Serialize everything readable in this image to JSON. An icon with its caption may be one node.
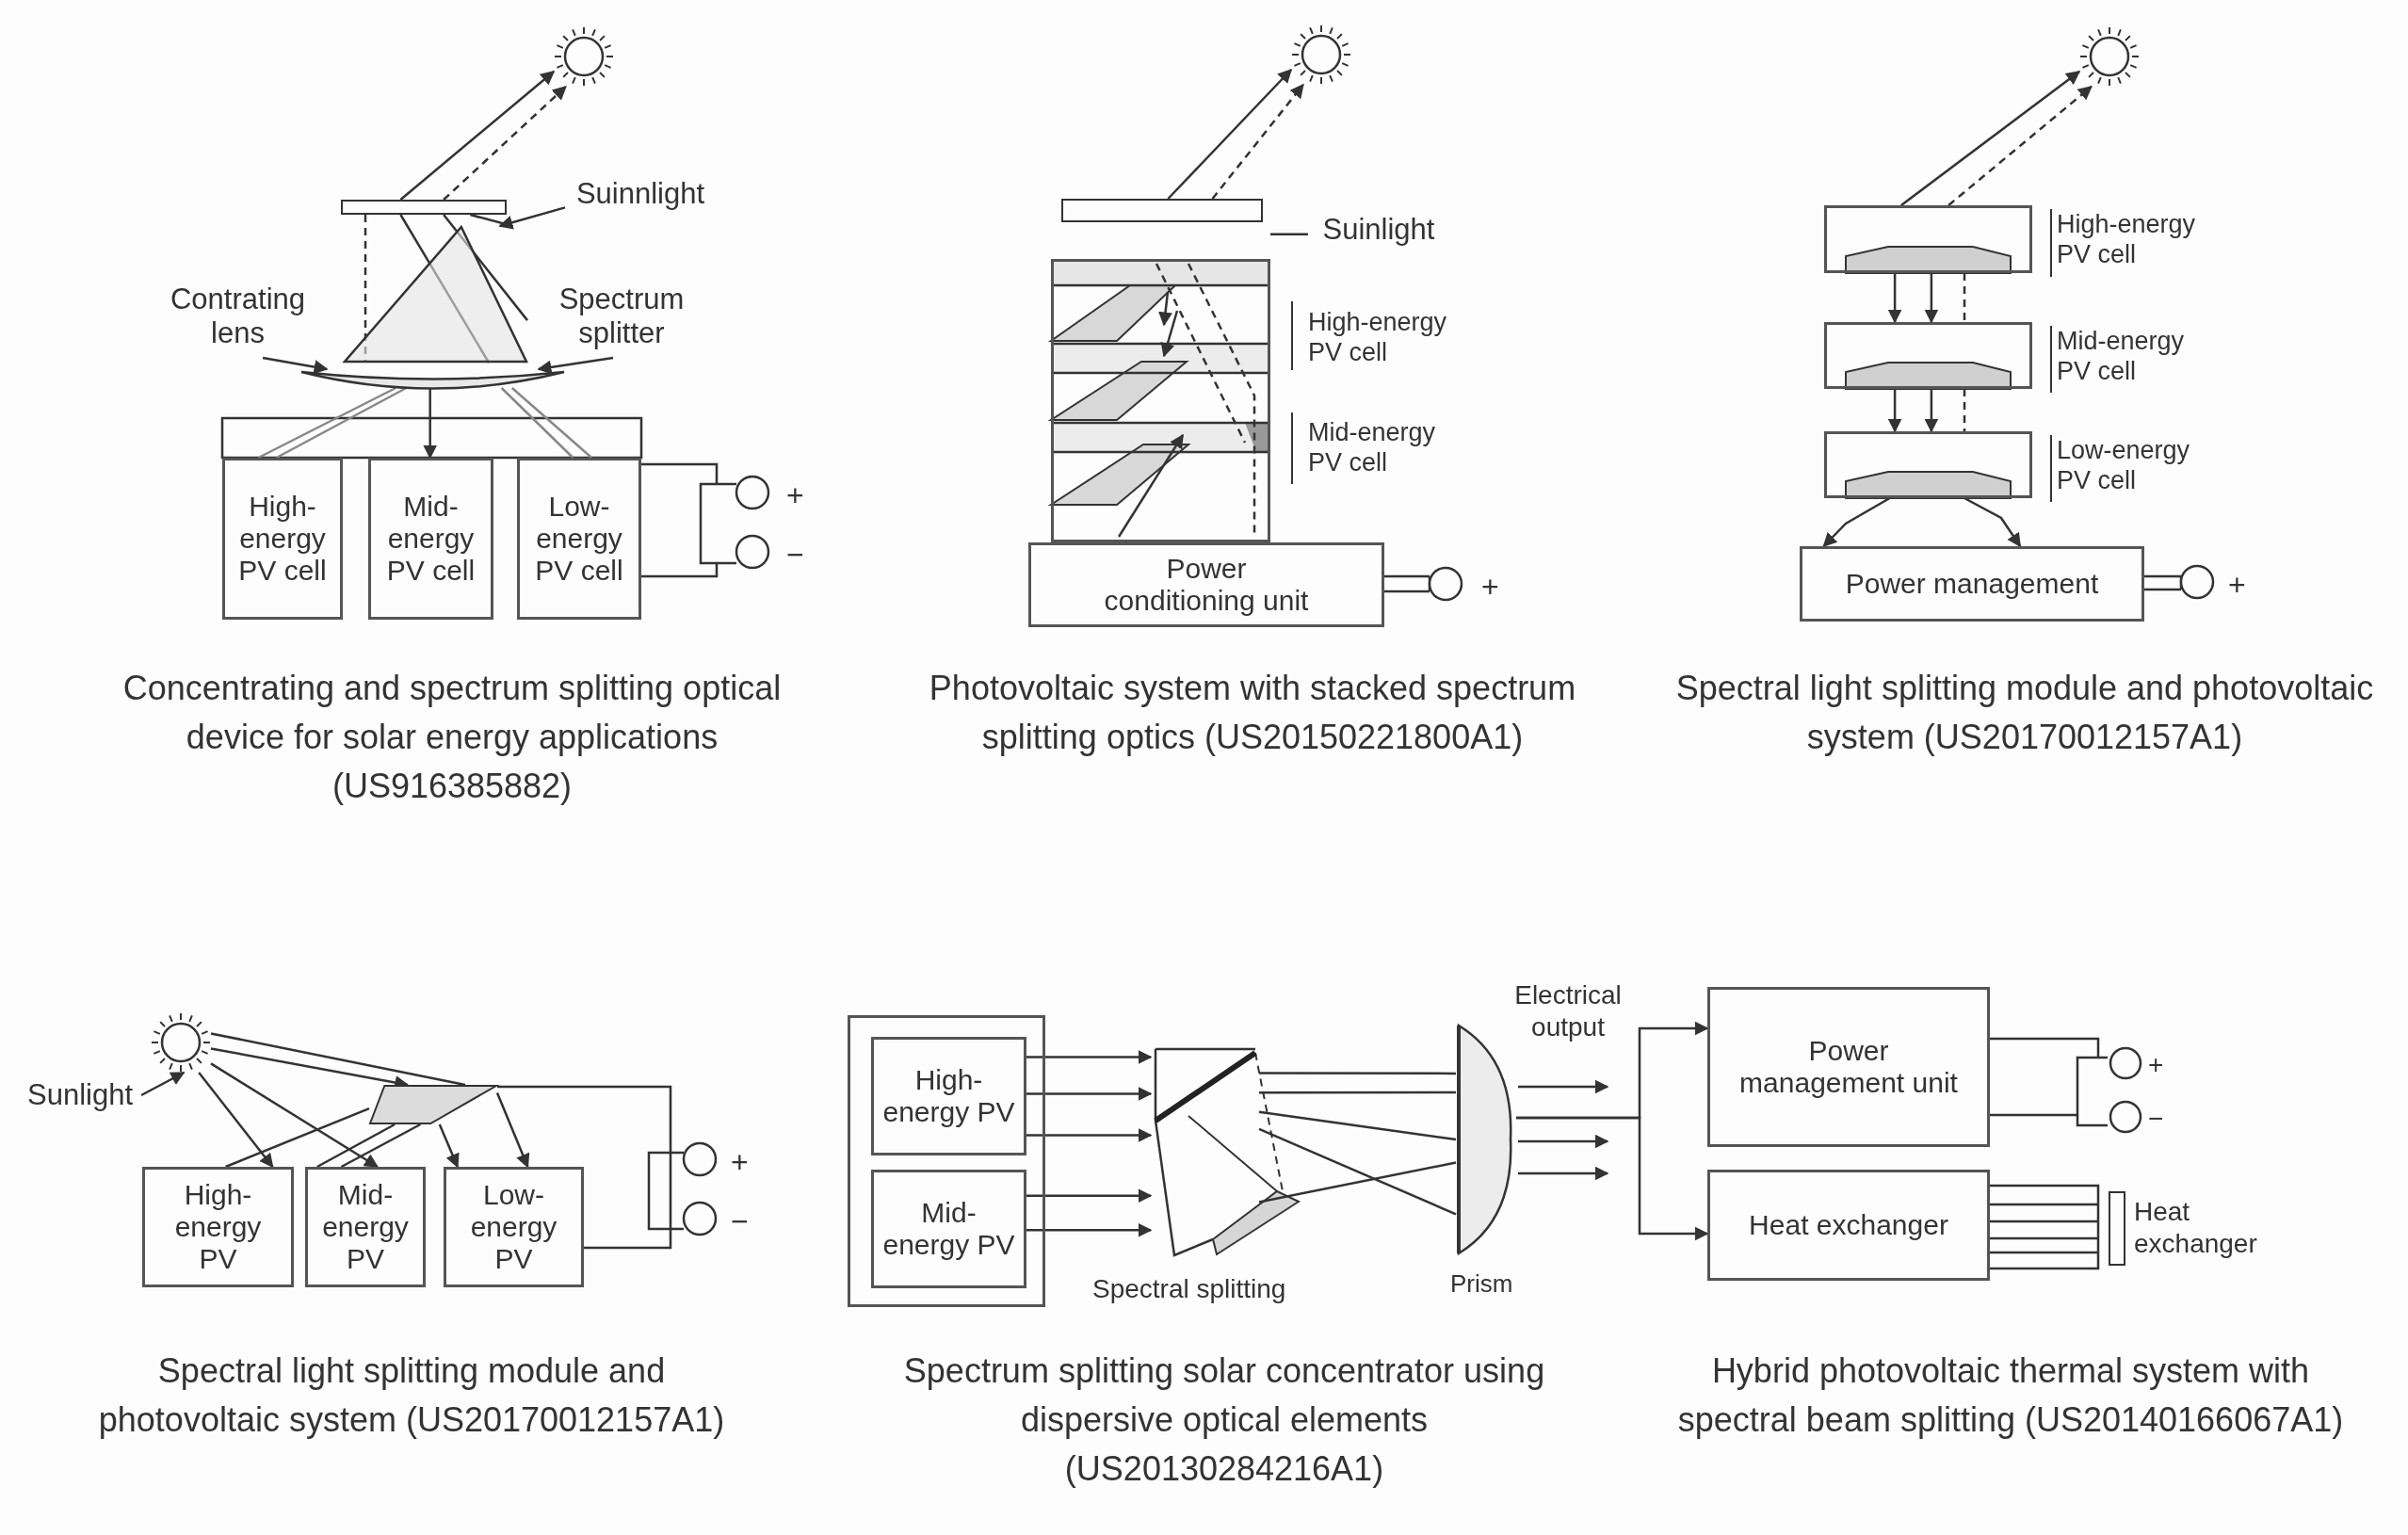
{
  "diagram": {
    "nodes": [
      {
        "text": [
          "High-energy PV cell"
        ]
      },
      {
        "text": [
          "Mid-energy PV cell"
        ]
      },
      {
        "text": [
          "Low-energy PV cell"
        ]
      },
      {
        "text": [
          "Suinnlight"
        ]
      },
      {
        "text": [
          "Contrating lens"
        ]
      },
      {
        "text": [
          "Spectrum splitter"
        ]
      },
      {
        "text": [
          "Power conditioning unit"
        ]
      },
      {
        "text": [
          "Suinlight"
        ]
      },
      {
        "text": [
          "Power management"
        ]
      },
      {
        "text": [
          "High-energy PV"
        ]
      },
      {
        "text": [
          "Mid-energy PV"
        ]
      },
      {
        "text": [
          "Low-energy PV"
        ]
      },
      {
        "text": [
          "Sunlight"
        ]
      },
      {
        "text": [],
        "shape": "box"
      },
      {
        "text": [
          "High-energy PV"
        ],
        "in": 13
      },
      {
        "text": [
          "Mid-energy PV"
        ],
        "in": 13
      },
      {
        "text": [
          "Prism"
        ]
      },
      {
        "text": [
          "Power management unit"
        ]
      },
      {
        "text": [
          "Heat exchanger"
        ]
      },
      {
        "text": [],
        "shape": "bar"
      },
      {
        "text": [],
        "shape": "sun"
      },
      {
        "text": [],
        "shape": "parallelogram"
      },
      {
        "text": [],
        "shape": "lens"
      },
      {
        "text": [],
        "shape": "mirror"
      },
      {
        "text": [],
        "shape": "box"
      },
      {
        "text": [],
        "shape": "triangle"
      },
      {
        "text": [],
        "shape": "sun"
      },
      {
        "text": [],
        "shape": "sun"
      },
      {
        "text": [],
        "shape": "sun"
      },
      {
        "text": [],
        "shape": "bar"
      },
      {
        "text": [
          "High-energy PV cell"
        ]
      },
      {
        "text": [
          "Mid-energy PV cell"
        ]
      },
      {
        "text": [
          "Low-energy PV cell"
        ]
      }
    ],
    "edges": [
      {
        "from": 3,
        "to": 25,
        "arrow": "to"
      },
      {
        "from": 4,
        "to": 22,
        "arrow": "to"
      },
      {
        "from": 5,
        "to": 22,
        "arrow": "to"
      },
      {
        "from": 7,
        "to": 24,
        "arrow": "none"
      },
      {
        "from": 12,
        "to": 28,
        "arrow": "to"
      },
      {
        "from": 28,
        "to": 9,
        "arrow": "to"
      },
      {
        "from": 28,
        "to": 10,
        "arrow": "to"
      },
      {
        "from": 28,
        "to": 21,
        "arrow": "to"
      },
      {
        "from": 28,
        "to": 21,
        "arrow": "none"
      },
      {
        "from": 21,
        "to": 11,
        "arrow": "to"
      },
      {
        "from": 21,
        "to": 11,
        "arrow": "to"
      },
      {
        "from": 9,
        "to": 21,
        "arrow": "none"
      },
      {
        "from": 10,
        "to": 21,
        "arrow": "none"
      },
      {
        "from": 10,
        "to": 21,
        "arrow": "none"
      },
      {
        "from": 21,
        "to": 11,
        "arrow": "none"
      },
      {
        "from": 22,
        "to": 1,
        "arrow": "to"
      },
      {
        "from": 29,
        "to": 26,
        "arrow": "to"
      },
      {
        "from": 29,
        "to": 26,
        "arrow": "to",
        "style": "dashed"
      },
      {
        "from": 14,
        "to": 23,
        "arrow": "to"
      },
      {
        "from": 14,
        "to": 23,
        "arrow": "to"
      },
      {
        "from": 14,
        "to": 23,
        "arrow": "to"
      },
      {
        "from": 15,
        "to": 23,
        "arrow": "to"
      },
      {
        "from": 15,
        "to": 23,
        "arrow": "to"
      },
      {
        "from": 23,
        "to": 16,
        "arrow": "none"
      },
      {
        "from": 23,
        "to": 16,
        "arrow": "none"
      },
      {
        "from": 23,
        "to": 16,
        "arrow": "none"
      },
      {
        "from": 23,
        "to": 16,
        "arrow": "none"
      },
      {
        "from": 23,
        "to": 16,
        "arrow": "none"
      },
      {
        "from": 16,
        "to": 17,
        "arrow": "to"
      },
      {
        "from": 16,
        "to": 18,
        "arrow": "to"
      },
      {
        "from": 19,
        "to": 20,
        "arrow": "to"
      },
      {
        "from": 19,
        "to": 20,
        "arrow": "to",
        "style": "dashed"
      },
      {
        "from": 30,
        "to": 27,
        "arrow": "to"
      },
      {
        "from": 30,
        "to": 27,
        "arrow": "to",
        "style": "dashed"
      },
      {
        "from": 22,
        "to": 0,
        "arrow": "none",
        "color": "#888888"
      },
      {
        "from": 22,
        "to": 0,
        "arrow": "none",
        "color": "#888888"
      },
      {
        "from": 22,
        "to": 2,
        "arrow": "none",
        "color": "#888888"
      },
      {
        "from": 22,
        "to": 2,
        "arrow": "none",
        "color": "#888888"
      },
      {
        "from": 30,
        "to": 31,
        "arrow": "to"
      },
      {
        "from": 30,
        "to": 31,
        "arrow": "to"
      },
      {
        "from": 31,
        "to": 32,
        "arrow": "to"
      },
      {
        "from": 31,
        "to": 32,
        "arrow": "to"
      },
      {
        "from": 30,
        "to": 31,
        "arrow": "none",
        "style": "dashed"
      },
      {
        "from": 32,
        "to": 8,
        "arrow": "to"
      },
      {
        "from": 32,
        "to": 8,
        "arrow": "to"
      },
      {
        "from": 19,
        "to": 25,
        "arrow": "none",
        "style": "dashed"
      },
      {
        "from": 19,
        "to": 25,
        "arrow": "none"
      },
      {
        "from": 19,
        "to": 25,
        "arrow": "none"
      },
      {
        "from": 19,
        "to": 25,
        "arrow": "none"
      },
      {
        "from": 31,
        "to": 32,
        "arrow": "none",
        "style": "dashed"
      }
    ],
    "labels": [
      "+",
      "−",
      "Concentrating and spectrum splitting optical device for solar energy applications (US916385882)",
      "High-energy PV cell",
      "Mid-energy PV cell",
      "+",
      "Photovoltaic system with stacked spectrum splitting optics (US20150221800A1)",
      "+",
      "Spectral light splitting module and photovoltaic system (US20170012157A1)",
      "+",
      "−",
      "Spectral light splitting module and photovoltaic system (US20170012157A1)",
      "Electrical output",
      "Spectral splitting",
      "Spectrum splitting solar concentrator using dispersive optical elements (US20130284216A1)",
      "+",
      "−",
      "Heat exchanger",
      "Hybrid photovoltaic thermal system with spectral beam splitting (US20140166067A1)"
    ]
  }
}
